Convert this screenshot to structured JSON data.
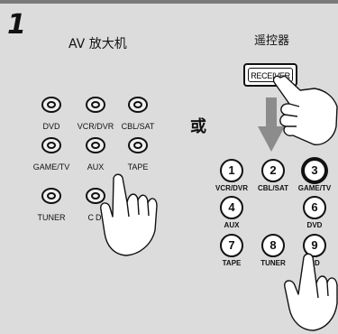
{
  "step_number": "1",
  "amplifier": {
    "title": "AV 放大机",
    "inputs": [
      "DVD",
      "VCR/DVR",
      "CBL/SAT",
      "GAME/TV",
      "AUX",
      "TAPE",
      "TUNER",
      "CD"
    ]
  },
  "or_text": "或",
  "remote": {
    "title": "遥控器",
    "receiver_label": "RECEIVER",
    "buttons": [
      {
        "num": "1",
        "label": "VCR/DVR"
      },
      {
        "num": "2",
        "label": "CBL/SAT"
      },
      {
        "num": "3",
        "label": "GAME/TV"
      },
      {
        "num": "4",
        "label": "AUX"
      },
      {
        "num": "6",
        "label": "DVD"
      },
      {
        "num": "7",
        "label": "TAPE"
      },
      {
        "num": "8",
        "label": "TUNER"
      },
      {
        "num": "9",
        "label": "CD"
      }
    ]
  },
  "colors": {
    "background": "#dcdcdc",
    "arrow": "#8c8c8c",
    "ink": "#111111"
  }
}
